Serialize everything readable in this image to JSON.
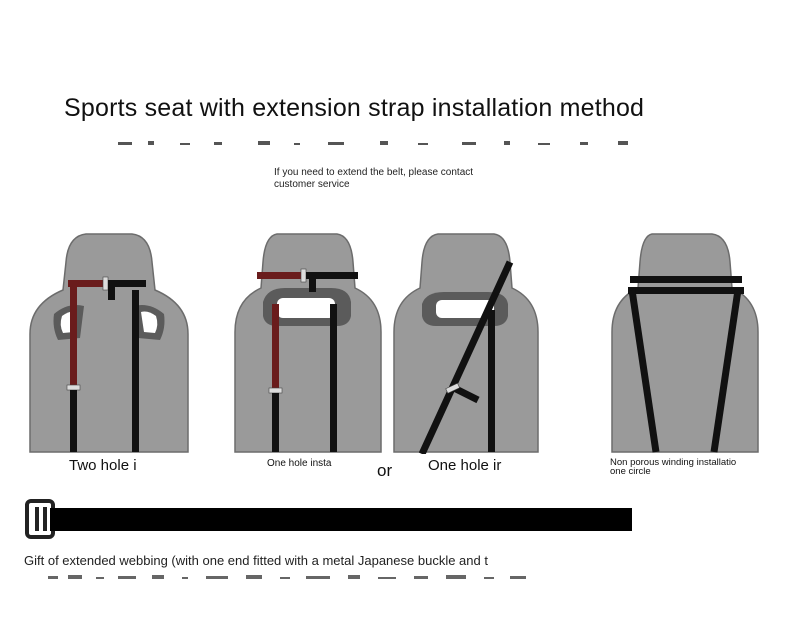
{
  "title": "Sports seat with extension strap installation method",
  "note": {
    "line1": "If you need to extend the belt, please contact",
    "line2": "customer service"
  },
  "figures": [
    {
      "label": "Two hole i"
    },
    {
      "label": "One hole insta"
    },
    {
      "label": "One hole ir"
    },
    {
      "label_line1": "Non porous winding installatio",
      "label_line2": "one circle"
    }
  ],
  "separator": "or",
  "gift_text": "Gift of extended webbing (with one end fitted with a metal Japanese buckle and t",
  "colors": {
    "seat": "#9a9a9a",
    "seat_outline": "#6c6c6c",
    "hole_frame": "#5b5b5b",
    "strap_black": "#111111",
    "strap_red": "#6a1c1c",
    "buckle": "#dcdcdc"
  }
}
